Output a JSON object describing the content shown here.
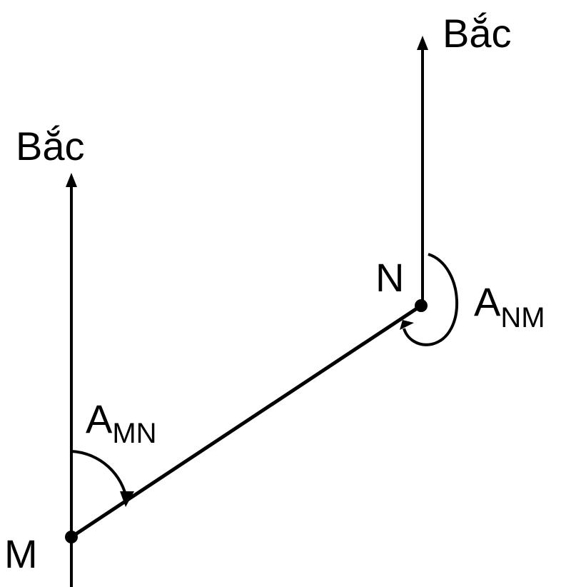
{
  "labels": {
    "north_left": "Bắc",
    "north_right": "Bắc",
    "point_m": "M",
    "point_n": "N",
    "azimuth_mn": {
      "main": "A",
      "sub": "MN"
    },
    "azimuth_nm": {
      "main": "A",
      "sub": "NM"
    }
  },
  "colors": {
    "stroke": "#000000",
    "background": "#ffffff"
  }
}
